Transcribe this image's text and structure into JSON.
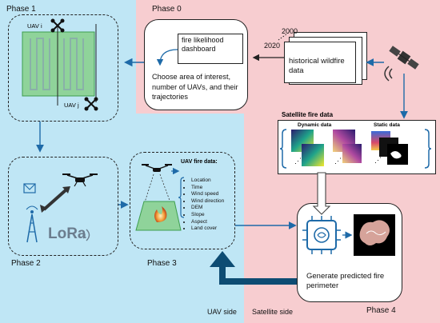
{
  "phases": {
    "p0": "Phase 0",
    "p1": "Phase 1",
    "p2": "Phase 2",
    "p3": "Phase 3",
    "p4": "Phase 4"
  },
  "phase0": {
    "dashboard": "fire likelihood dashboard",
    "choose_text": "Choose area of interest, number of UAVs, and their trajectories",
    "year_start": "2000",
    "year_end": "2020",
    "historical": "historical wildfire data"
  },
  "phase1": {
    "uav_i": "UAV i",
    "uav_j": "UAV j"
  },
  "phase2": {
    "lora": "LoRa"
  },
  "phase3": {
    "title": "UAV fire data:",
    "items": [
      "Location",
      "Time",
      "Wind speed",
      "Wind direction",
      "DEM",
      "Slope",
      "Aspect",
      "Land cover"
    ]
  },
  "satellite": {
    "title": "Satellite fire data",
    "dynamic": "Dynamic data",
    "static": "Static data"
  },
  "phase4": {
    "generate": "Generate predicted fire perimeter"
  },
  "sides": {
    "uav": "UAV side",
    "sat": "Satellite side"
  },
  "colors": {
    "uav_bg": "#bfe6f5",
    "sat_bg": "#f7cdd0",
    "arrow_blue": "#1e6aa8",
    "big_arrow": "#0d4c73",
    "grid_green": "#8fd39a"
  }
}
